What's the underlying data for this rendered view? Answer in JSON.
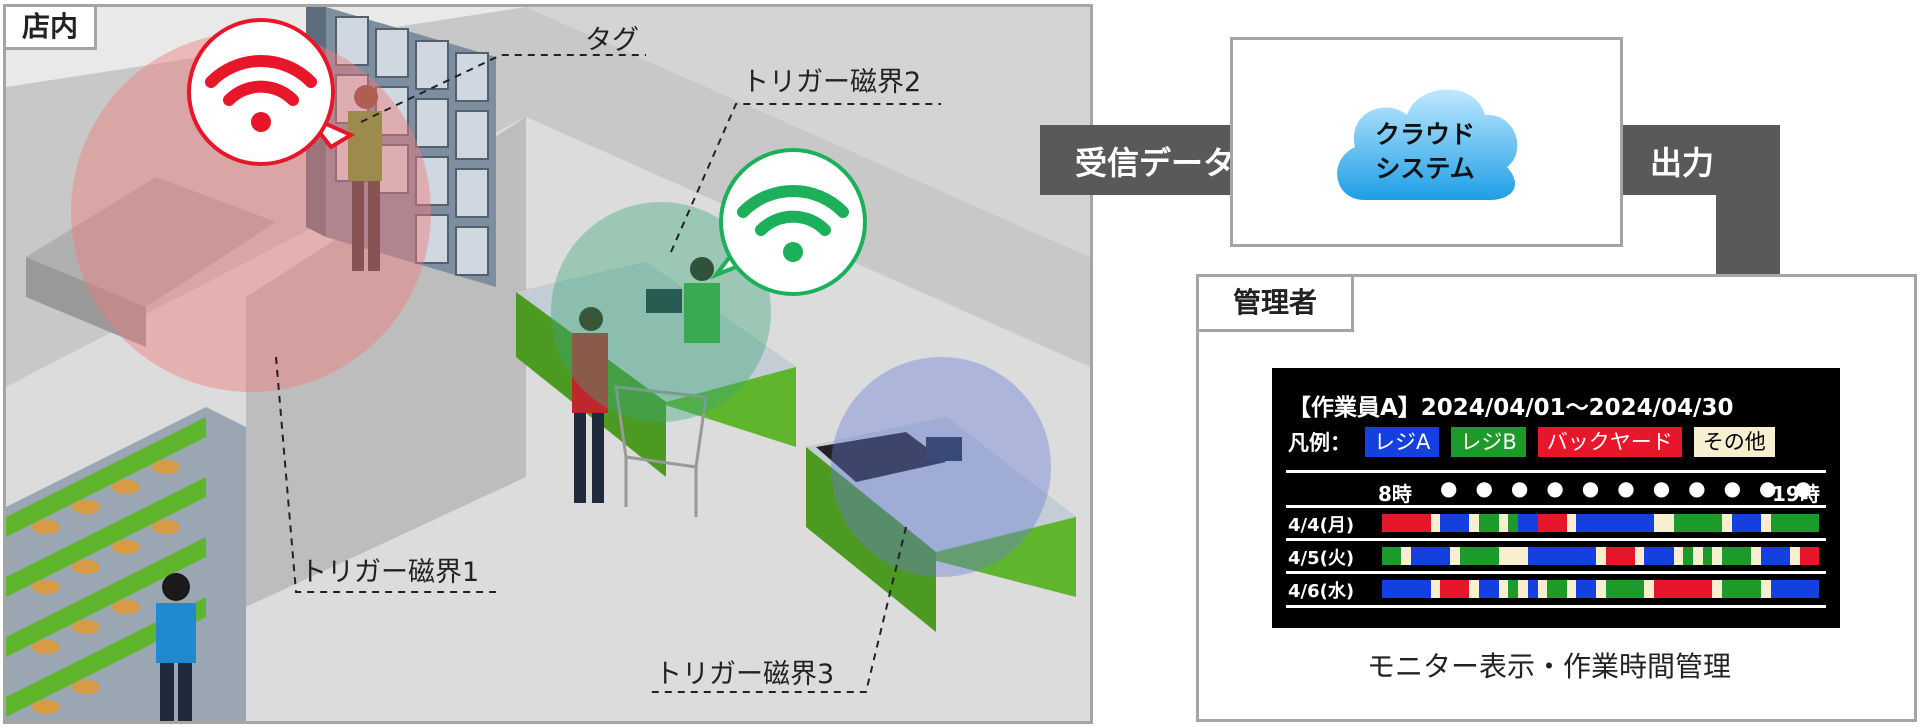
{
  "store": {
    "label": "店内"
  },
  "callouts": {
    "tag": "タグ",
    "trigger1": "トリガー磁界1",
    "trigger2": "トリガー磁界2",
    "trigger3": "トリガー磁界3"
  },
  "flow": {
    "received_data": "受信データ",
    "cloud_line1": "クラウド",
    "cloud_line2": "システム",
    "output": "出力"
  },
  "admin": {
    "label": "管理者",
    "caption": "モニター表示・作業時間管理"
  },
  "monitor": {
    "title": "【作業員A】2024/04/01～2024/04/30",
    "legend_label": "凡例：",
    "legend": [
      {
        "label": "レジA",
        "color": "#1440e0",
        "text": "#ffffff"
      },
      {
        "label": "レジB",
        "color": "#1c9a2a",
        "text": "#ffffff"
      },
      {
        "label": "バックヤード",
        "color": "#e8162a",
        "text": "#ffffff"
      },
      {
        "label": "その他",
        "color": "#f7efcf",
        "text": "#000000"
      }
    ],
    "time_start": "8時",
    "time_end": "19時",
    "rows": [
      {
        "date": "4/4(月)",
        "segments": [
          "R",
          "R",
          "R",
          "R",
          "R",
          "W",
          "B",
          "B",
          "B",
          "W",
          "G",
          "G",
          "W",
          "G",
          "B",
          "B",
          "R",
          "R",
          "R",
          "W",
          "B",
          "B",
          "B",
          "B",
          "B",
          "B",
          "B",
          "B",
          "W",
          "W",
          "G",
          "G",
          "G",
          "G",
          "G",
          "W",
          "B",
          "B",
          "B",
          "W",
          "G",
          "G",
          "G",
          "G",
          "G"
        ]
      },
      {
        "date": "4/5(火)",
        "segments": [
          "G",
          "G",
          "W",
          "B",
          "B",
          "B",
          "B",
          "W",
          "G",
          "G",
          "G",
          "G",
          "W",
          "W",
          "W",
          "B",
          "B",
          "B",
          "B",
          "B",
          "B",
          "B",
          "W",
          "R",
          "R",
          "R",
          "W",
          "B",
          "B",
          "B",
          "W",
          "G",
          "W",
          "G",
          "W",
          "G",
          "G",
          "G",
          "W",
          "B",
          "B",
          "B",
          "W",
          "R",
          "R"
        ]
      },
      {
        "date": "4/6(水)",
        "segments": [
          "B",
          "B",
          "B",
          "B",
          "B",
          "W",
          "R",
          "R",
          "R",
          "W",
          "B",
          "B",
          "W",
          "G",
          "W",
          "B",
          "W",
          "G",
          "G",
          "W",
          "B",
          "B",
          "W",
          "G",
          "G",
          "G",
          "G",
          "W",
          "R",
          "R",
          "R",
          "R",
          "R",
          "R",
          "W",
          "G",
          "G",
          "G",
          "G",
          "W",
          "B",
          "B",
          "B",
          "B",
          "B"
        ]
      }
    ]
  }
}
